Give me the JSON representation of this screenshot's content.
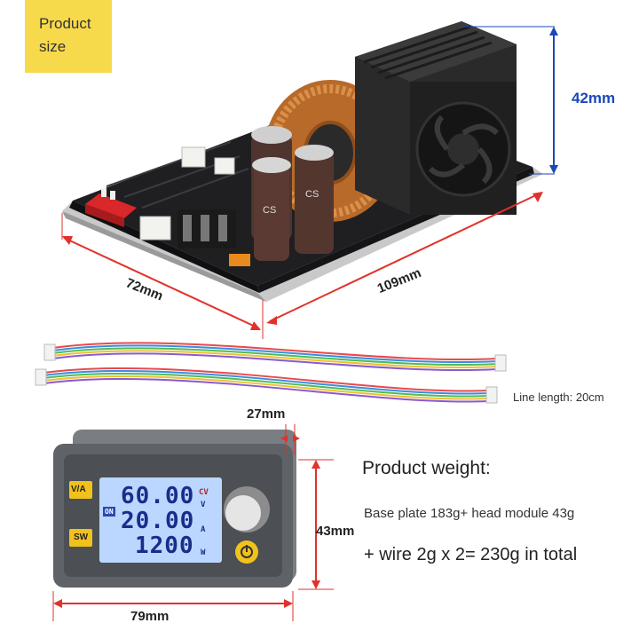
{
  "badge": {
    "line1": "Product",
    "line2": "size"
  },
  "dimensions": {
    "height": "42mm",
    "width": "72mm",
    "length": "109mm",
    "head_depth": "27mm",
    "head_height": "43mm",
    "head_width": "79mm"
  },
  "wire": {
    "line_length": "Line length: 20cm"
  },
  "weight": {
    "title": "Product weight:",
    "detail": "Base plate 183g+ head module 43g",
    "total": "+ wire 2g x 2= 230g in total"
  },
  "display": {
    "voltage": "60.00",
    "current": "20.00",
    "power": "1200",
    "cv": "CV",
    "unit_v": "V",
    "unit_a": "A",
    "unit_w": "W",
    "on": "ON",
    "btn_va": "V/A",
    "btn_sw": "SW"
  },
  "colors": {
    "badge": "#f7d94c",
    "dimension_blue": "#1a49b8",
    "dimension_red": "#e0322c",
    "lcd": "#bcd7ff",
    "housing": "#5f6266"
  }
}
